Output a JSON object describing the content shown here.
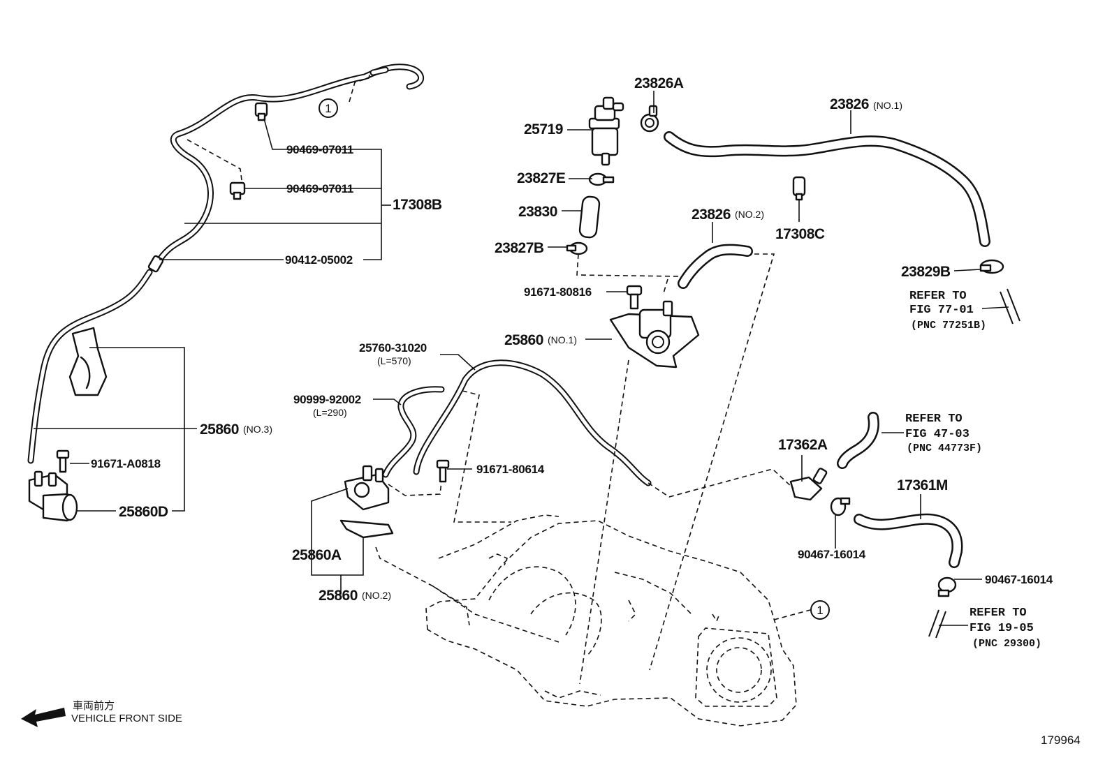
{
  "diagram": {
    "labels": {
      "p23826A": "23826A",
      "p25719": "25719",
      "p23826": "23826",
      "p23826_no1": "(NO.1)",
      "p23827E": "23827E",
      "p23830": "23830",
      "p23826_2": "23826",
      "p23826_no2": "(NO.2)",
      "p17308C": "17308C",
      "p23827B": "23827B",
      "p23829B": "23829B",
      "p91671_80816": "91671-80816",
      "p25860_1": "25860",
      "p25860_no1": "(NO.1)",
      "p90469_07011_a": "90469-07011",
      "p90469_07011_b": "90469-07011",
      "p17308B": "17308B",
      "p90412_05002": "90412-05002",
      "p25760_31020": "25760-31020",
      "p25760_len": "(L=570)",
      "p90999_92002": "90999-92002",
      "p90999_len": "(L=290)",
      "p25860_3": "25860",
      "p25860_no3": "(NO.3)",
      "p91671_A0818": "91671-A0818",
      "p25860D": "25860D",
      "p91671_80614": "91671-80614",
      "p25860A": "25860A",
      "p25860_2": "25860",
      "p25860_no2": "(NO.2)",
      "p17362A": "17362A",
      "p17361M": "17361M",
      "p90467_16014_a": "90467-16014",
      "p90467_16014_b": "90467-16014"
    },
    "refs": {
      "r1_l1": "REFER TO",
      "r1_l2": "FIG 77-01",
      "r1_l3": "(PNC 77251B)",
      "r2_l1": "REFER TO",
      "r2_l2": "FIG 47-03",
      "r2_l3": "(PNC 44773F)",
      "r3_l1": "REFER TO",
      "r3_l2": "FIG 19-05",
      "r3_l3": "(PNC 29300)"
    },
    "callout_marker": "1",
    "front_side_jp": "車両前方",
    "front_side_en": "VEHICLE FRONT SIDE",
    "figure_number": "179964"
  }
}
